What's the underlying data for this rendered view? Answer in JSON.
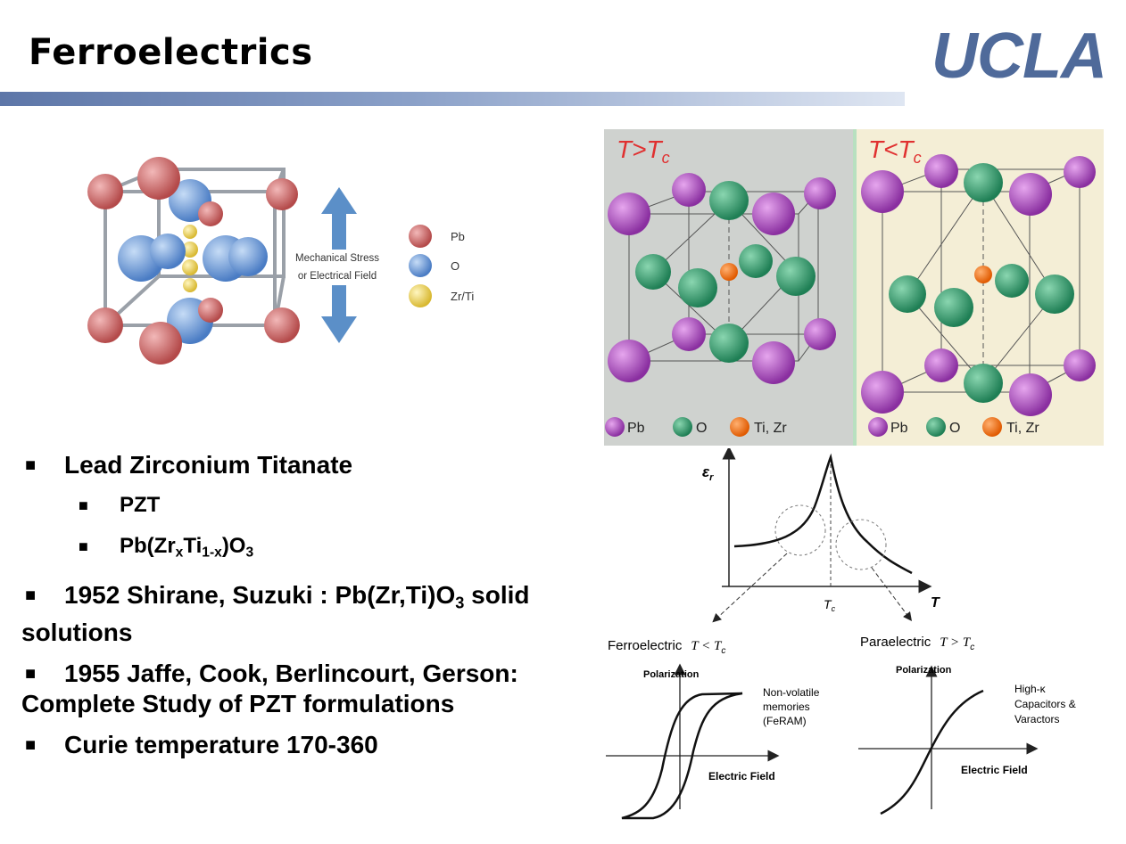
{
  "slide": {
    "title": "Ferroelectrics",
    "logo": "UCLA"
  },
  "left_figure": {
    "arrow_label_1": "Mechanical Stress",
    "arrow_label_2": "or Electrical Field",
    "legend": [
      "Pb",
      "O",
      "Zr/Ti"
    ]
  },
  "right_figure": {
    "panel_left_label": "T>T",
    "panel_left_sub": "c",
    "panel_right_label": "T<T",
    "panel_right_sub": "c",
    "legend": [
      "Pb",
      "O",
      "Ti, Zr"
    ]
  },
  "bullets": {
    "b1": "Lead Zirconium Titanate",
    "b1a": "PZT",
    "b1b_pre": "Pb(Zr",
    "b1b_x": "x",
    "b1b_mid": "Ti",
    "b1b_1x": "1-x",
    "b1b_post": ")O",
    "b1b_3": "3",
    "b2_pre": "1952 Shirane, Suzuki : Pb(Zr,Ti)O",
    "b2_3": "3",
    "b2_post": " solid solutions",
    "b3": "1955  Jaffe, Cook, Berlincourt, Gerson: Complete Study of PZT formulations",
    "b4": "Curie temperature 170-360"
  },
  "graph": {
    "y_label": "ε",
    "y_sub": "r",
    "x_label": "T",
    "tc_label": "T",
    "tc_sub": "c",
    "ferro_label": "Ferroelectric",
    "ferro_cond": "T < T",
    "ferro_cond_sub": "c",
    "para_label": "Paraelectric",
    "para_cond": "T > T",
    "para_cond_sub": "c",
    "polarization": "Polarization",
    "electric_field": "Electric Field",
    "ferro_app": [
      "Non-volatile",
      "memories",
      "(FeRAM)"
    ],
    "para_app": [
      "High-κ",
      "Capacitors &",
      "Varactors"
    ]
  },
  "colors": {
    "logo": "#4f6a9a",
    "panel_left_bg": "#cfd2cf",
    "panel_right_bg": "#f4eed6",
    "pb_purple": "#a040b0",
    "o_green": "#2f9a6a",
    "ti_orange": "#f06a10",
    "pb_red": "#c85a5a",
    "o_blue": "#5a8ad0",
    "zr_yellow": "#e8d060"
  }
}
